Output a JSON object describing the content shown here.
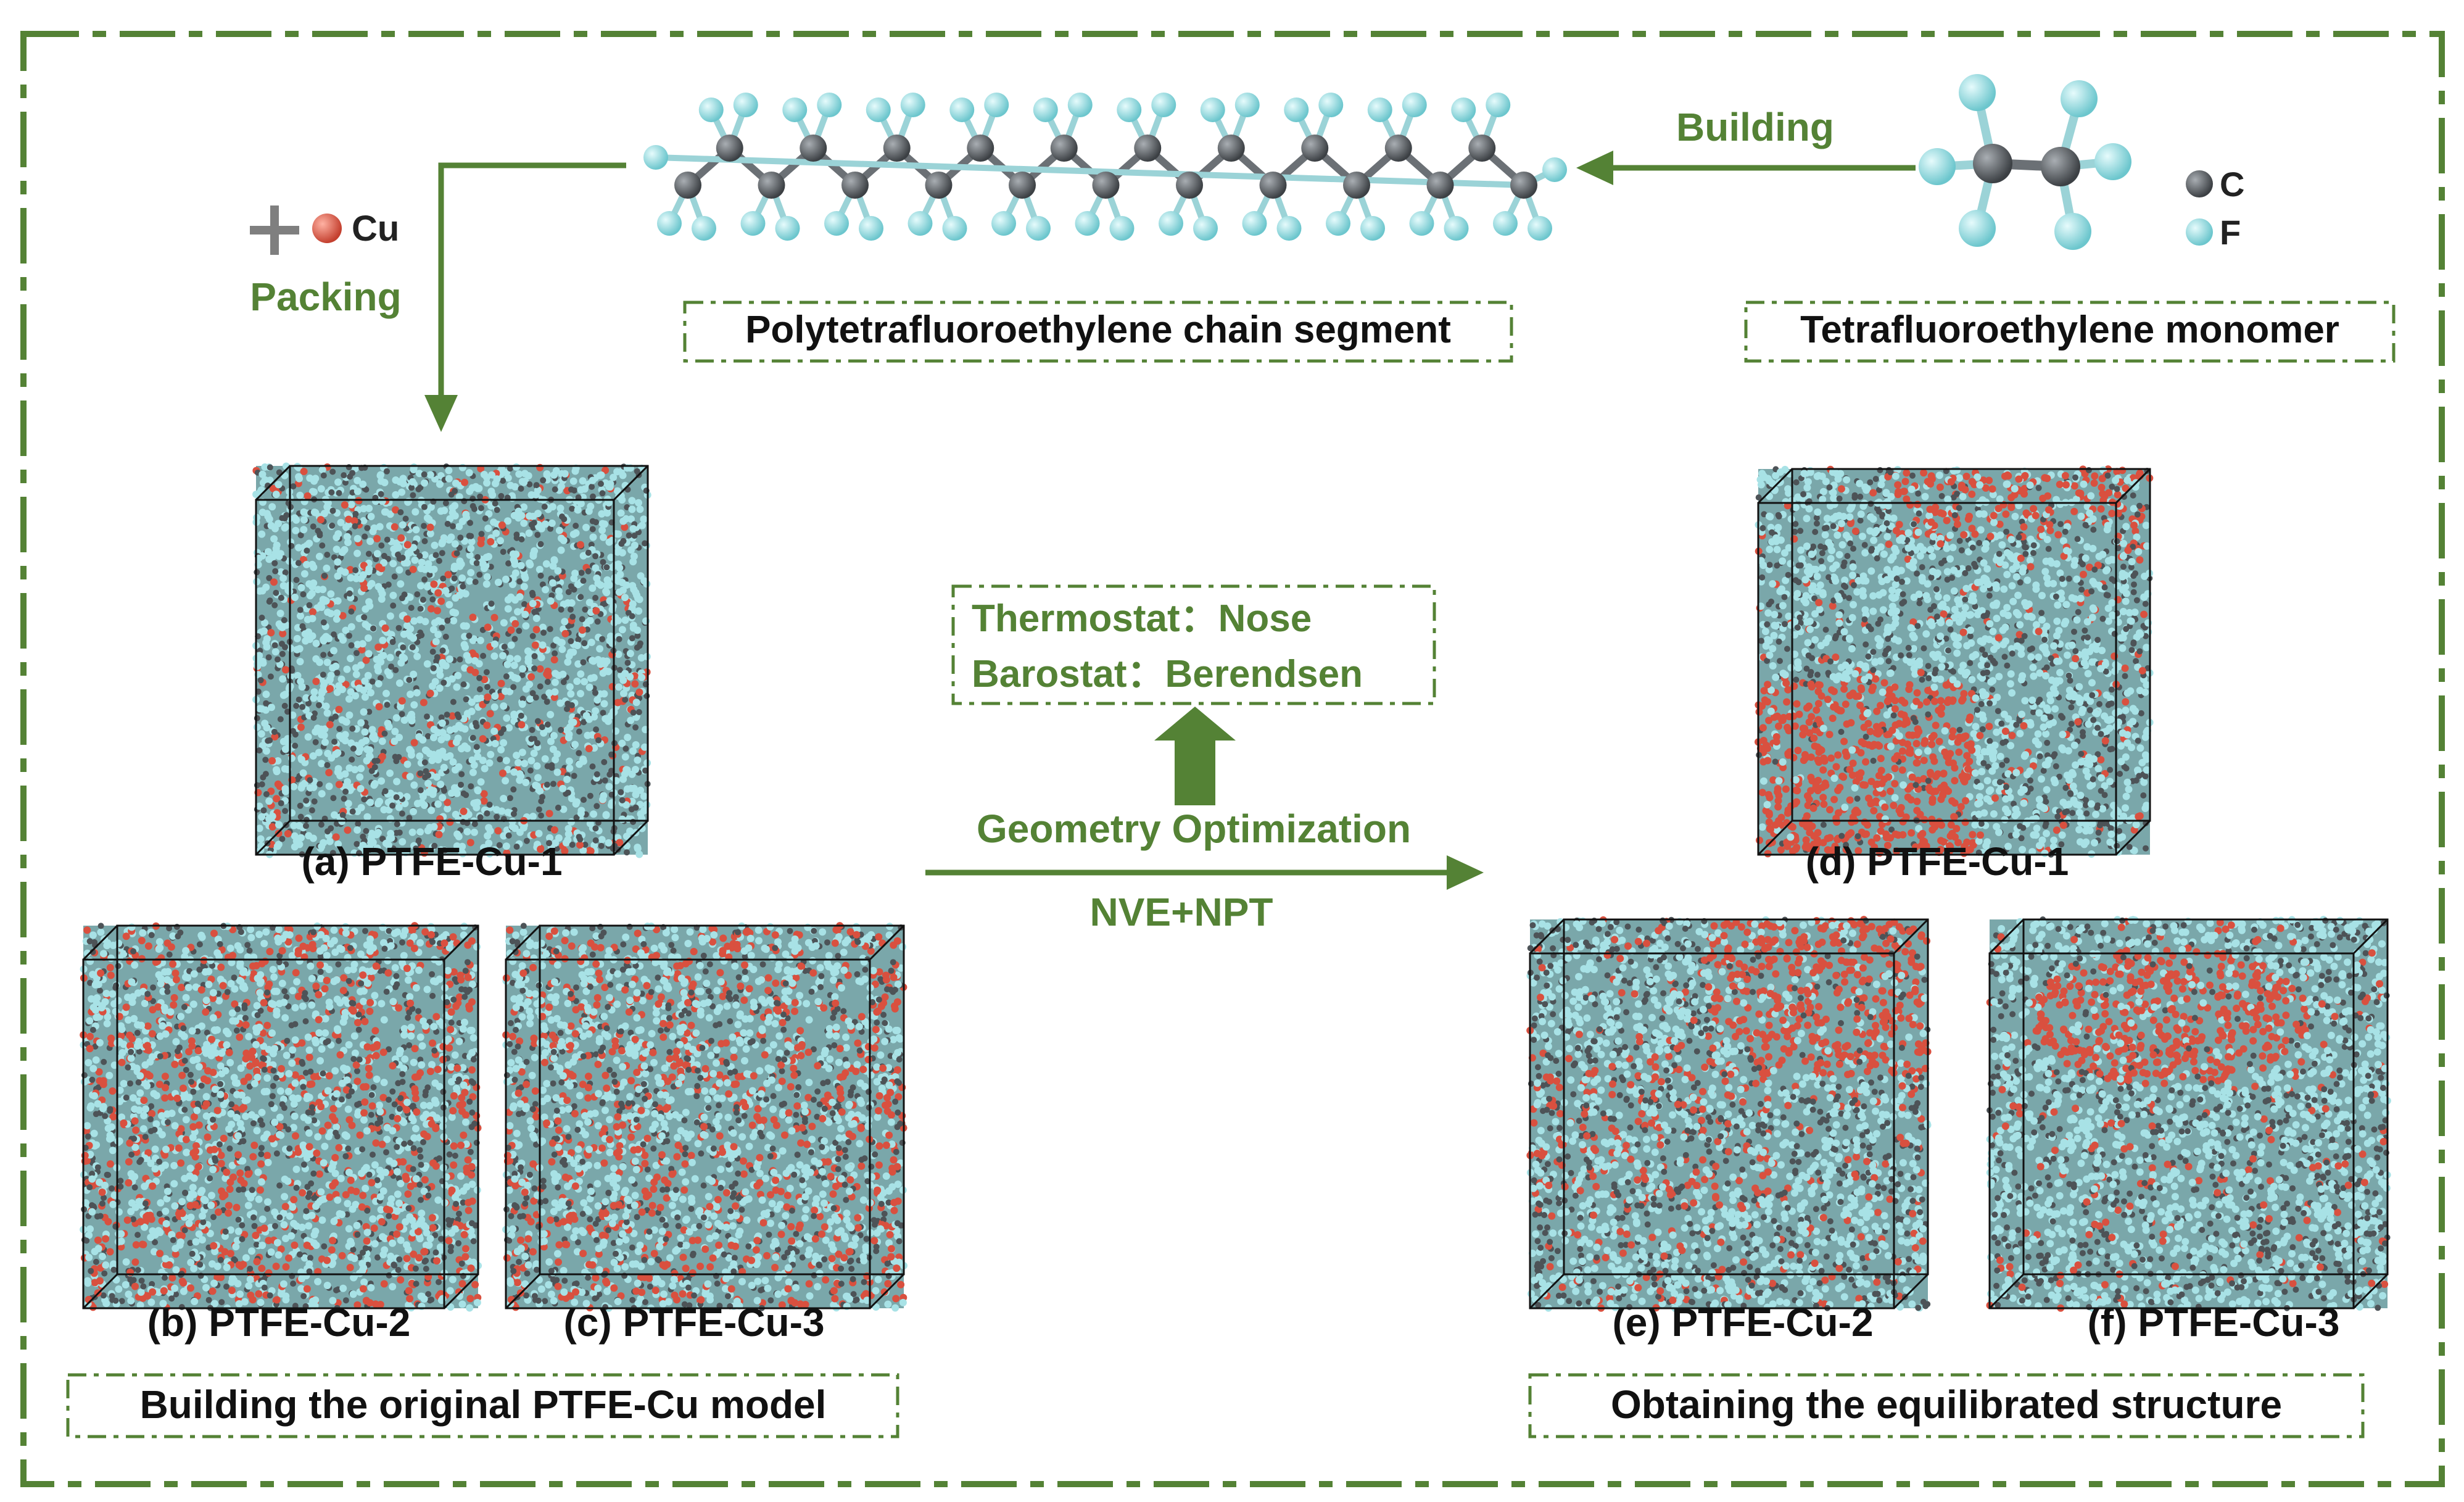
{
  "diagram": {
    "chain_label": "Polytetrafluoroethylene chain segment",
    "monomer_label": "Tetrafluoroethylene monomer",
    "building_label": "Building",
    "packing_label": "Packing",
    "cu_legend": "Cu",
    "legend_c": "C",
    "legend_f": "F",
    "thermostat": "Thermostat：Nose",
    "barostat": "Barostat：Berendsen",
    "geometry_opt": "Geometry Optimization",
    "ensemble": "NVE+NPT",
    "left_section": "Building the original PTFE-Cu model",
    "right_section": "Obtaining the equilibrated structure",
    "cells": [
      {
        "label": "(a) PTFE-Cu-1"
      },
      {
        "label": "(b) PTFE-Cu-2"
      },
      {
        "label": "(c) PTFE-Cu-3"
      },
      {
        "label": "(d) PTFE-Cu-1"
      },
      {
        "label": "(e) PTFE-Cu-2"
      },
      {
        "label": "(f) PTFE-Cu-3"
      }
    ]
  },
  "colors": {
    "accent_green": "#548235",
    "carbon": "#555a5f",
    "fluorine": "#8fd6db",
    "copper": "#d9503f"
  }
}
